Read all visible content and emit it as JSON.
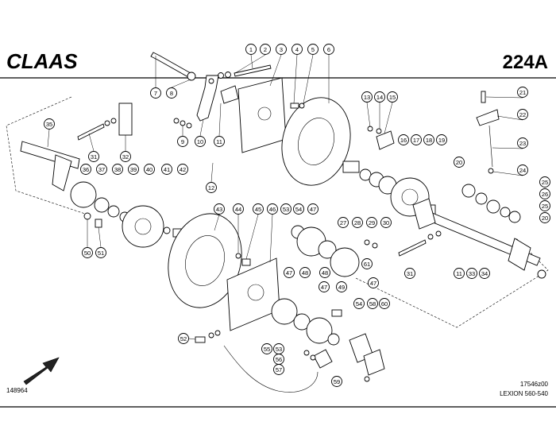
{
  "header": {
    "brand": "CLAAS",
    "page_code": "224A"
  },
  "footer": {
    "left_code": "148964",
    "drawing_number": "17546z00",
    "model": "LEXION 560-540"
  },
  "callouts": [
    "1",
    "2",
    "3",
    "4",
    "5",
    "6",
    "7",
    "8",
    "9",
    "10",
    "11",
    "12",
    "13",
    "14",
    "15",
    "16",
    "17",
    "18",
    "19",
    "20",
    "21",
    "22",
    "23",
    "24",
    "25",
    "26",
    "25",
    "20",
    "31",
    "11",
    "33",
    "34",
    "35",
    "31",
    "32",
    "36",
    "37",
    "38",
    "39",
    "40",
    "41",
    "42",
    "43",
    "44",
    "45",
    "46",
    "54",
    "47",
    "53",
    "48",
    "61",
    "47",
    "27",
    "28",
    "29",
    "30",
    "47",
    "48",
    "47",
    "49",
    "54",
    "58",
    "60",
    "50",
    "51",
    "52",
    "53",
    "56",
    "57",
    "55",
    "59"
  ]
}
